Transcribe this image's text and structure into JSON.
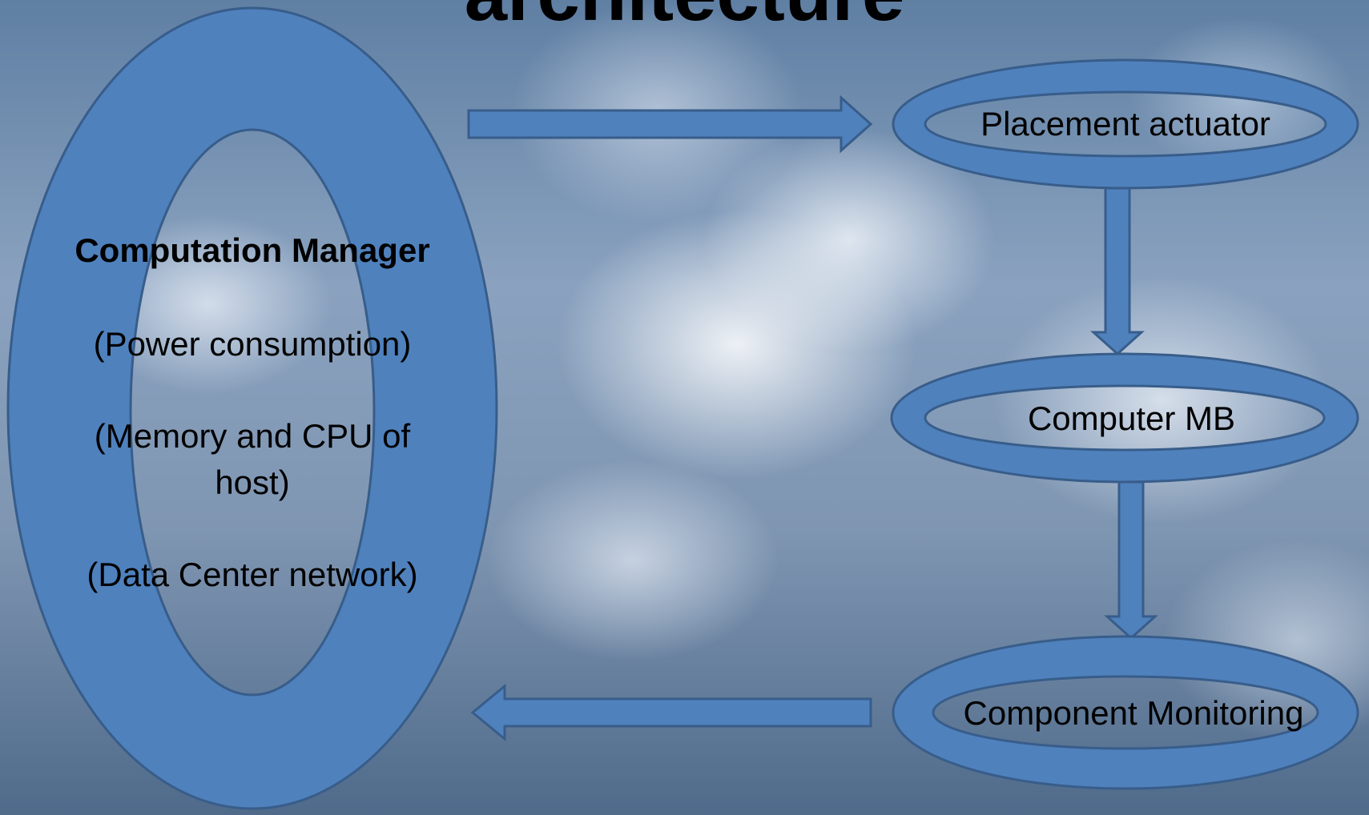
{
  "title": "architecture",
  "manager": {
    "heading": "Computation Manager",
    "item_1": "(Power consumption)",
    "item_2_line_1": "(Memory and CPU of",
    "item_2_line_2": "host)",
    "item_3": "(Data Center network)"
  },
  "nodes": {
    "placement": "Placement actuator",
    "computer": "Computer MB",
    "monitoring": "Component Monitoring"
  },
  "colors": {
    "shape_fill": "#4f81bd",
    "shape_outline": "#385d8a"
  }
}
